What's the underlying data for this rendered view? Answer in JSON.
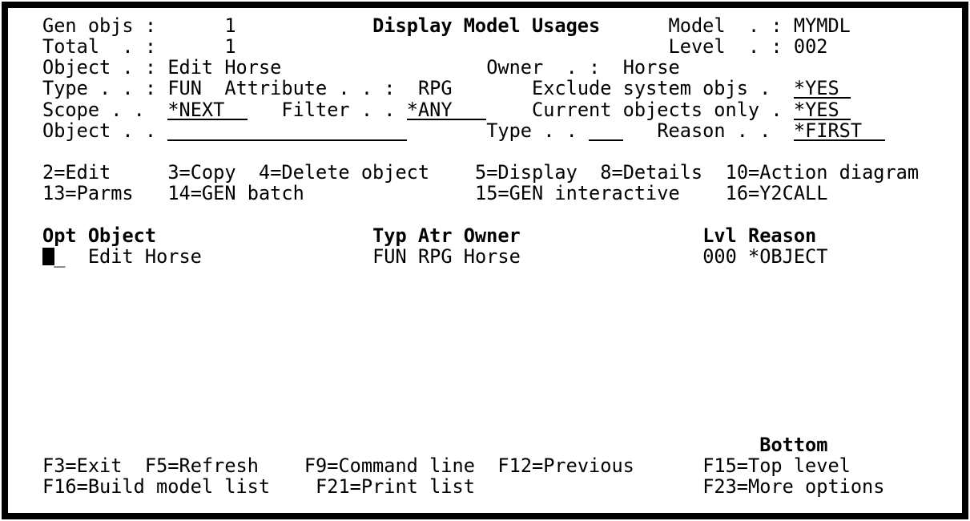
{
  "colors": {
    "foreground": "#000000",
    "background": "#ffffff"
  },
  "screen": {
    "title": "Display Model Usages",
    "rows": [
      {
        "row": 1,
        "segments": [
          {
            "col": 2,
            "text": "Gen objs :",
            "name": "gen-objs-label"
          },
          {
            "col": 18,
            "text": "1",
            "name": "gen-objs-value"
          },
          {
            "col": 31,
            "text": "Display Model Usages",
            "bold": true,
            "name": "screen-title"
          },
          {
            "col": 57,
            "text": "Model  . :",
            "name": "model-label"
          },
          {
            "col": 68,
            "text": "MYMDL",
            "name": "model-value"
          }
        ]
      },
      {
        "row": 2,
        "segments": [
          {
            "col": 2,
            "text": "Total  . :",
            "name": "total-label"
          },
          {
            "col": 18,
            "text": "1",
            "name": "total-value"
          },
          {
            "col": 57,
            "text": "Level  . :",
            "name": "level-label"
          },
          {
            "col": 68,
            "text": "002",
            "name": "level-value"
          }
        ]
      },
      {
        "row": 3,
        "segments": [
          {
            "col": 2,
            "text": "Object . :",
            "name": "object-label"
          },
          {
            "col": 13,
            "text": "Edit Horse",
            "name": "object-value"
          },
          {
            "col": 41,
            "text": "Owner  . :",
            "name": "owner-label"
          },
          {
            "col": 53,
            "text": "Horse",
            "name": "owner-value"
          }
        ]
      },
      {
        "row": 4,
        "segments": [
          {
            "col": 2,
            "text": "Type . . :",
            "name": "type-label"
          },
          {
            "col": 13,
            "text": "FUN",
            "name": "type-value"
          },
          {
            "col": 18,
            "text": "Attribute . . :",
            "name": "attribute-label"
          },
          {
            "col": 35,
            "text": "RPG",
            "name": "attribute-value"
          },
          {
            "col": 45,
            "text": "Exclude system objs .",
            "name": "exclude-system-objs-label"
          },
          {
            "col": 68,
            "text": "*YES",
            "field": true,
            "width": 5,
            "interactable": true,
            "name": "exclude-system-objs-field"
          }
        ]
      },
      {
        "row": 5,
        "segments": [
          {
            "col": 2,
            "text": "Scope . .",
            "name": "scope-label"
          },
          {
            "col": 13,
            "text": "*NEXT",
            "field": true,
            "width": 7,
            "interactable": true,
            "name": "scope-field"
          },
          {
            "col": 23,
            "text": "Filter . .",
            "name": "filter-label"
          },
          {
            "col": 34,
            "text": "*ANY",
            "field": true,
            "width": 7,
            "interactable": true,
            "name": "filter-field"
          },
          {
            "col": 45,
            "text": "Current objects only .",
            "name": "current-objects-only-label"
          },
          {
            "col": 68,
            "text": "*YES",
            "field": true,
            "width": 5,
            "interactable": true,
            "name": "current-objects-only-field"
          }
        ]
      },
      {
        "row": 6,
        "segments": [
          {
            "col": 2,
            "text": "Object . .",
            "name": "object-name-filter-label"
          },
          {
            "col": 13,
            "text": "",
            "field": true,
            "width": 21,
            "interactable": true,
            "name": "object-name-filter-field"
          },
          {
            "col": 41,
            "text": "Type . .",
            "name": "type-filter-label"
          },
          {
            "col": 50,
            "text": "",
            "field": true,
            "width": 3,
            "interactable": true,
            "name": "type-filter-field"
          },
          {
            "col": 56,
            "text": "Reason . .",
            "name": "reason-label"
          },
          {
            "col": 68,
            "text": "*FIRST",
            "field": true,
            "width": 8,
            "interactable": true,
            "name": "reason-field"
          }
        ]
      },
      {
        "row": 8,
        "segments": [
          {
            "col": 2,
            "text": "2=Edit",
            "name": "option-2-edit"
          },
          {
            "col": 13,
            "text": "3=Copy",
            "name": "option-3-copy"
          },
          {
            "col": 21,
            "text": "4=Delete object",
            "name": "option-4-delete-object"
          },
          {
            "col": 40,
            "text": "5=Display",
            "name": "option-5-display"
          },
          {
            "col": 51,
            "text": "8=Details",
            "name": "option-8-details"
          },
          {
            "col": 62,
            "text": "10=Action diagram",
            "name": "option-10-action-diagram"
          }
        ]
      },
      {
        "row": 9,
        "segments": [
          {
            "col": 2,
            "text": "13=Parms",
            "name": "option-13-parms"
          },
          {
            "col": 13,
            "text": "14=GEN batch",
            "name": "option-14-gen-batch"
          },
          {
            "col": 40,
            "text": "15=GEN interactive",
            "name": "option-15-gen-interactive"
          },
          {
            "col": 62,
            "text": "16=Y2CALL",
            "name": "option-16-y2call"
          }
        ]
      },
      {
        "row": 11,
        "segments": [
          {
            "col": 2,
            "text": "Opt",
            "bold": true,
            "name": "column-header-opt"
          },
          {
            "col": 6,
            "text": "Object",
            "bold": true,
            "name": "column-header-object"
          },
          {
            "col": 31,
            "text": "Typ Atr Owner",
            "bold": true,
            "name": "column-header-typ-atr-owner"
          },
          {
            "col": 60,
            "text": "Lvl Reason",
            "bold": true,
            "name": "column-header-lvl-reason"
          }
        ]
      },
      {
        "row": 12,
        "segments": [
          {
            "col": 2,
            "text": "",
            "cursor": true,
            "interactable": true,
            "name": "opt-input-cursor"
          },
          {
            "col": 3,
            "text": "_",
            "interactable": true,
            "name": "opt-input-underscore"
          },
          {
            "col": 6,
            "text": "Edit Horse",
            "name": "row-object-name"
          },
          {
            "col": 31,
            "text": "FUN",
            "name": "row-typ"
          },
          {
            "col": 35,
            "text": "RPG",
            "name": "row-atr"
          },
          {
            "col": 39,
            "text": "Horse",
            "name": "row-owner"
          },
          {
            "col": 60,
            "text": "000",
            "name": "row-lvl"
          },
          {
            "col": 64,
            "text": "*OBJECT",
            "name": "row-reason"
          }
        ]
      },
      {
        "row": 21,
        "segments": [
          {
            "col": 65,
            "text": "Bottom",
            "bold": true,
            "name": "bottom-indicator"
          }
        ]
      },
      {
        "row": 22,
        "segments": [
          {
            "col": 2,
            "text": "F3=Exit",
            "name": "fkey-f3-exit"
          },
          {
            "col": 11,
            "text": "F5=Refresh",
            "name": "fkey-f5-refresh"
          },
          {
            "col": 25,
            "text": "F9=Command line",
            "name": "fkey-f9-command-line"
          },
          {
            "col": 42,
            "text": "F12=Previous",
            "name": "fkey-f12-previous"
          },
          {
            "col": 60,
            "text": "F15=Top level",
            "name": "fkey-f15-top-level"
          }
        ]
      },
      {
        "row": 23,
        "segments": [
          {
            "col": 2,
            "text": "F16=Build model list",
            "name": "fkey-f16-build-model-list"
          },
          {
            "col": 26,
            "text": "F21=Print list",
            "name": "fkey-f21-print-list"
          },
          {
            "col": 60,
            "text": "F23=More options",
            "name": "fkey-f23-more-options"
          }
        ]
      }
    ]
  }
}
